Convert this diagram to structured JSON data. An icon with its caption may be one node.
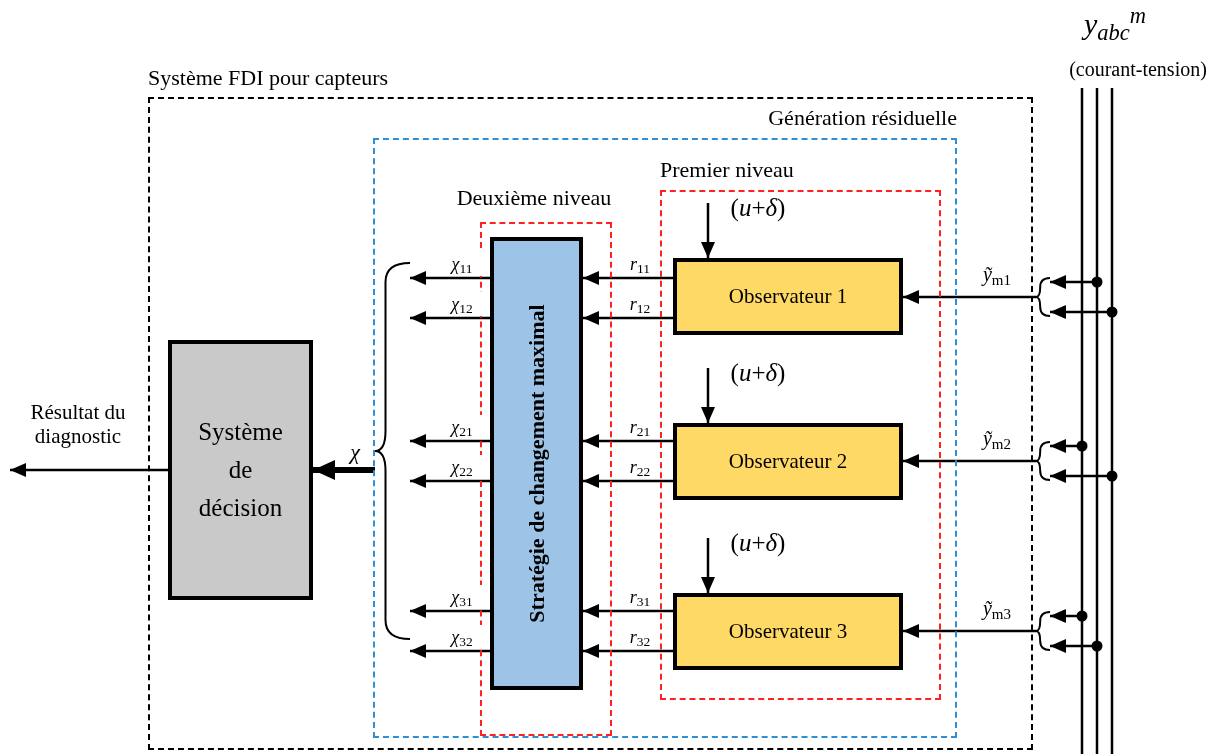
{
  "diagram": {
    "nodes": [
      {
        "text": [
          "Système FDI pour capteurs"
        ]
      },
      {
        "text": [
          "Génération résiduelle"
        ],
        "in": 0
      },
      {
        "text": [
          "Deuxième niveau"
        ],
        "in": 1
      },
      {
        "text": [
          "Premier niveau"
        ],
        "in": 1
      },
      {
        "text": [
          "Stratégie de changement maximal"
        ],
        "in": 2
      },
      {
        "text": [
          "Observateur 1"
        ],
        "in": 3
      },
      {
        "text": [
          "Observateur 2"
        ],
        "in": 3
      },
      {
        "text": [
          "Observateur 3"
        ],
        "in": 3
      },
      {
        "text": [
          "Système de décision"
        ],
        "in": 0
      },
      {
        "text": [],
        "shape": "brace",
        "in": 1
      },
      {
        "text": [
          "y$_{abc}$$^{m}$",
          "(courant-tension)"
        ]
      },
      {
        "text": [],
        "shape": "brace"
      },
      {
        "text": [],
        "shape": "brace"
      },
      {
        "text": [],
        "shape": "brace"
      }
    ],
    "edges": [
      {
        "from": 5,
        "to": 4,
        "arrow": "to",
        "label": "*r*$_{11}$"
      },
      {
        "from": 5,
        "to": 4,
        "arrow": "to",
        "label": "*r*$_{12}$"
      },
      {
        "from": 6,
        "to": 4,
        "arrow": "to",
        "label": "*r*$_{21}$"
      },
      {
        "from": 6,
        "to": 4,
        "arrow": "to",
        "label": "*r*$_{22}$"
      },
      {
        "from": 7,
        "to": 4,
        "arrow": "to",
        "label": "*r*$_{31}$"
      },
      {
        "from": 7,
        "to": 4,
        "arrow": "to",
        "label": "*r*$_{32}$"
      },
      {
        "from": 4,
        "to": 9,
        "arrow": "to",
        "label": "*χ*$_{11}$"
      },
      {
        "from": 4,
        "to": 9,
        "arrow": "to",
        "label": "*χ*$_{12}$"
      },
      {
        "from": 4,
        "to": 9,
        "arrow": "to",
        "label": "*χ*$_{21}$"
      },
      {
        "from": 4,
        "to": 9,
        "arrow": "to",
        "label": "*χ*$_{22}$"
      },
      {
        "from": 4,
        "to": 9,
        "arrow": "to",
        "label": "*χ*$_{31}$"
      },
      {
        "from": 4,
        "to": 9,
        "arrow": "to",
        "label": "*χ*$_{32}$"
      },
      {
        "from": 9,
        "to": 8,
        "arrow": "to",
        "label": "*χ*",
        "style": "thick"
      },
      {
        "from": 8,
        "to": null,
        "arrow": "to",
        "label": "Résultat du diagnostic"
      },
      {
        "from": null,
        "to": 5,
        "arrow": "to",
        "label": "(*u*+*δ*)"
      },
      {
        "from": null,
        "to": 6,
        "arrow": "to",
        "label": "(*u*+*δ*)"
      },
      {
        "from": null,
        "to": 7,
        "arrow": "to",
        "label": "(*u*+*δ*)"
      },
      {
        "from": 10,
        "to": 11,
        "arrow": "to"
      },
      {
        "from": 10,
        "to": 11,
        "arrow": "to"
      },
      {
        "from": 10,
        "to": 12,
        "arrow": "to"
      },
      {
        "from": 10,
        "to": 12,
        "arrow": "to"
      },
      {
        "from": 10,
        "to": 13,
        "arrow": "to"
      },
      {
        "from": 10,
        "to": 13,
        "arrow": "to"
      },
      {
        "from": 11,
        "to": 5,
        "arrow": "to",
        "label": "*ỹ*$_{m1}$"
      },
      {
        "from": 12,
        "to": 6,
        "arrow": "to",
        "label": "*ỹ*$_{m2}$"
      },
      {
        "from": 13,
        "to": 7,
        "arrow": "to",
        "label": "*ỹ*$_{m3}$"
      }
    ]
  }
}
